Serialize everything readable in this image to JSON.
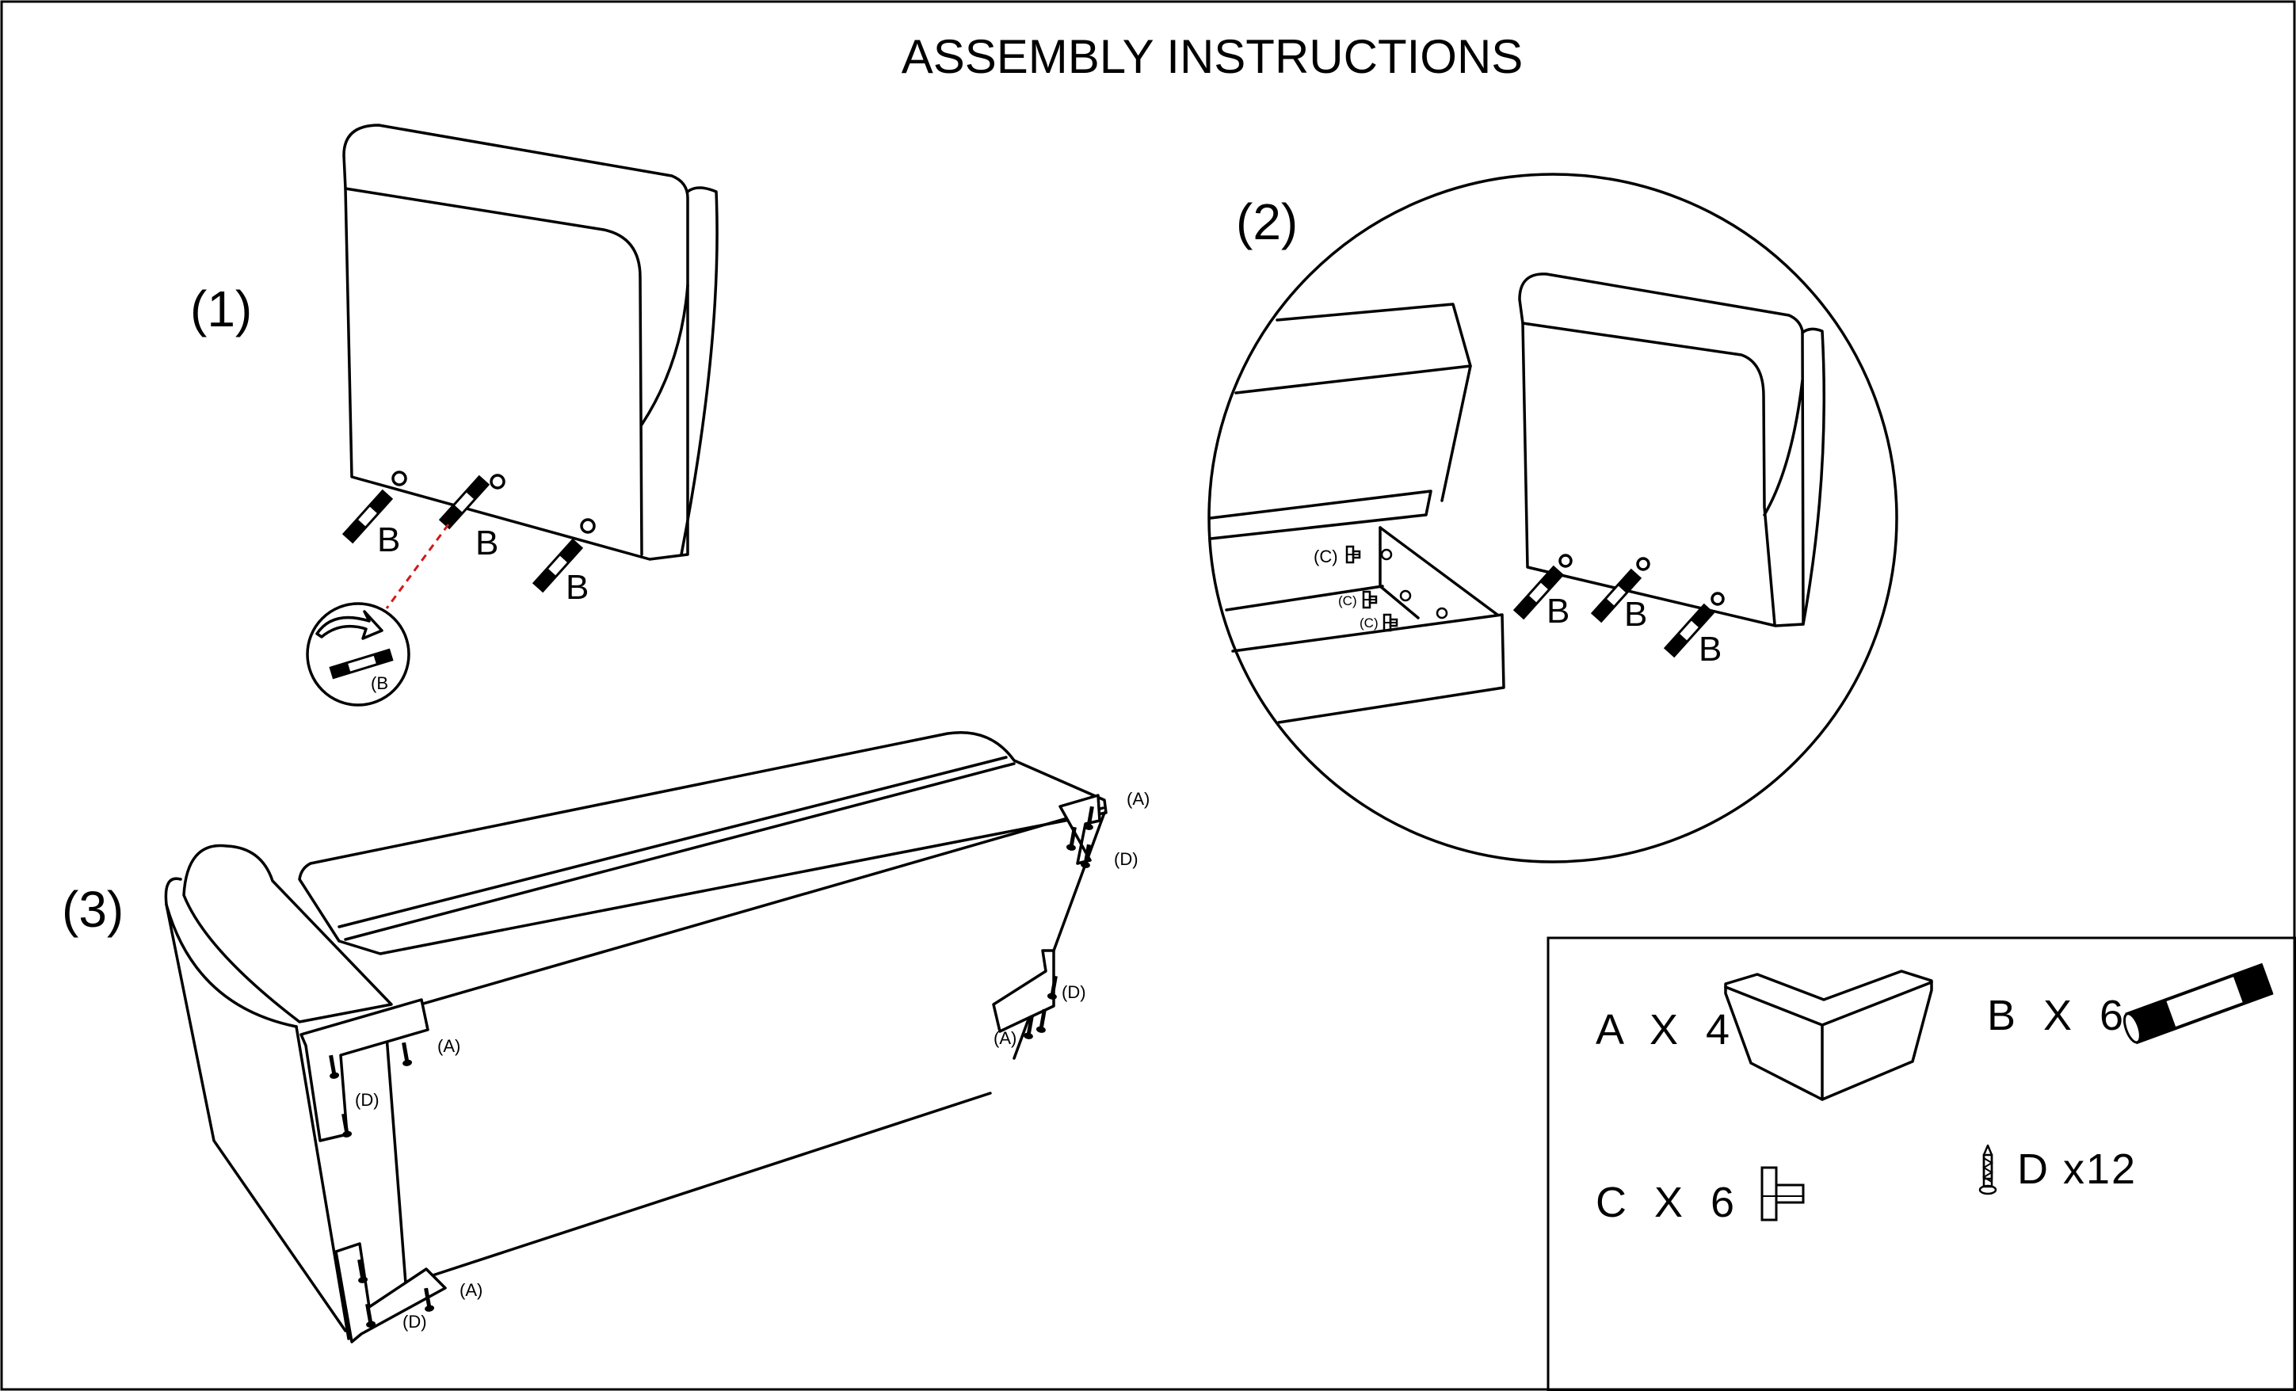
{
  "header": {
    "title": "ASSEMBLY INSTRUCTIONS"
  },
  "steps": [
    {
      "number": "(1)",
      "bolt_labels": [
        "B",
        "B",
        "B"
      ],
      "detail_label": "(B"
    },
    {
      "number": "(2)",
      "bolt_labels": [
        "B",
        "B",
        "B"
      ],
      "nut_labels": [
        "(C)",
        "(C)",
        "(C)"
      ]
    },
    {
      "number": "(3)",
      "foot_labels": [
        "(A)",
        "(A)",
        "(A)",
        "(A)"
      ],
      "screw_labels": [
        "(D)",
        "(D)",
        "(D)",
        "(D)"
      ]
    }
  ],
  "parts": [
    {
      "letter": "A",
      "label": "A X 4",
      "quantity": 4,
      "icon": "corner-foot-icon"
    },
    {
      "letter": "B",
      "label": "B X 6",
      "quantity": 6,
      "icon": "threaded-bolt-icon"
    },
    {
      "letter": "C",
      "label": "C X 6",
      "quantity": 6,
      "icon": "tee-nut-icon"
    },
    {
      "letter": "D",
      "label": "D x12",
      "quantity": 12,
      "icon": "screw-icon"
    }
  ],
  "colors": {
    "line": "#000000",
    "background": "#ffffff",
    "guide": "#d11a1a"
  }
}
